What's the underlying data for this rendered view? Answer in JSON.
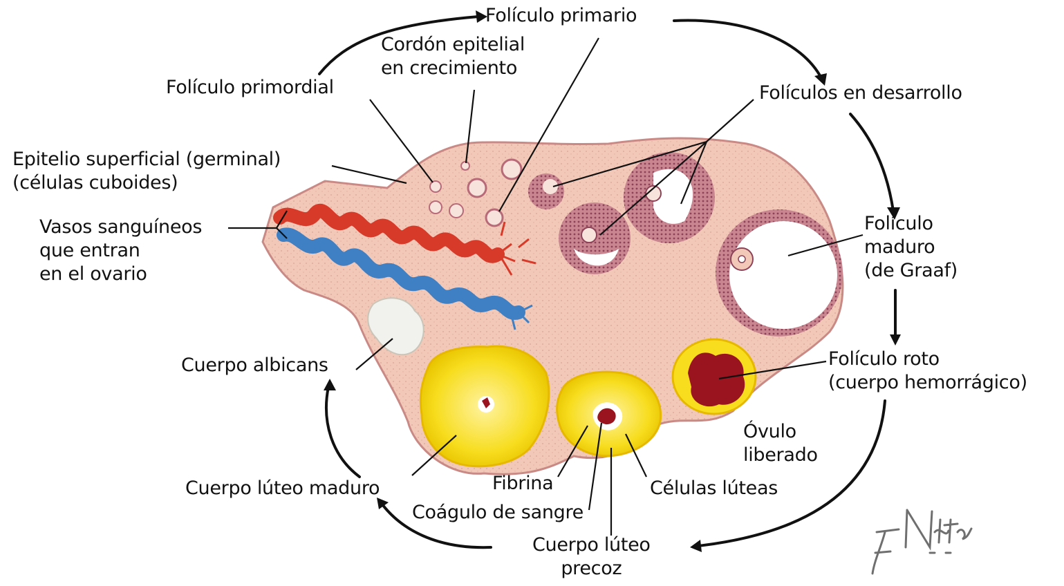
{
  "diagram": {
    "labels": {
      "foliculo_primario": "Folículo primario",
      "cordon_epitelial": "Cordón epitelial\nen crecimiento",
      "foliculo_primordial": "Folículo primordial",
      "foliculos_desarrollo": "Folículos en desarrollo",
      "epitelio_superficial": "Epitelio superficial (germinal)\n(células cuboides)",
      "vasos_sanguineos": "Vasos sanguíneos\nque entran\nen el ovario",
      "foliculo_maduro": "Folículo\nmaduro\n(de Graaf)",
      "cuerpo_albicans": "Cuerpo albicans",
      "foliculo_roto": "Folículo roto\n(cuerpo hemorrágico)",
      "ovulo_liberado": "Óvulo\nliberado",
      "cuerpo_luteo_maduro": "Cuerpo lúteo maduro",
      "fibrina": "Fibrina",
      "celulas_luteas": "Células lúteas",
      "coagulo": "Coágulo de sangre",
      "cuerpo_luteo_precoz": "Cuerpo lúteo\nprecoz"
    },
    "signature": "F. Netter M.D.",
    "colors": {
      "stroma": "#f2c9b8",
      "stroma_border": "#c98a86",
      "follicle_wall": "#b86a78",
      "artery": "#d83a2a",
      "vein": "#3f7fc4",
      "corpus_luteum": "#f7dd1e",
      "hemorrhage": "#9a1420",
      "albicans": "#f1f1ee",
      "arrow": "#111111"
    }
  }
}
